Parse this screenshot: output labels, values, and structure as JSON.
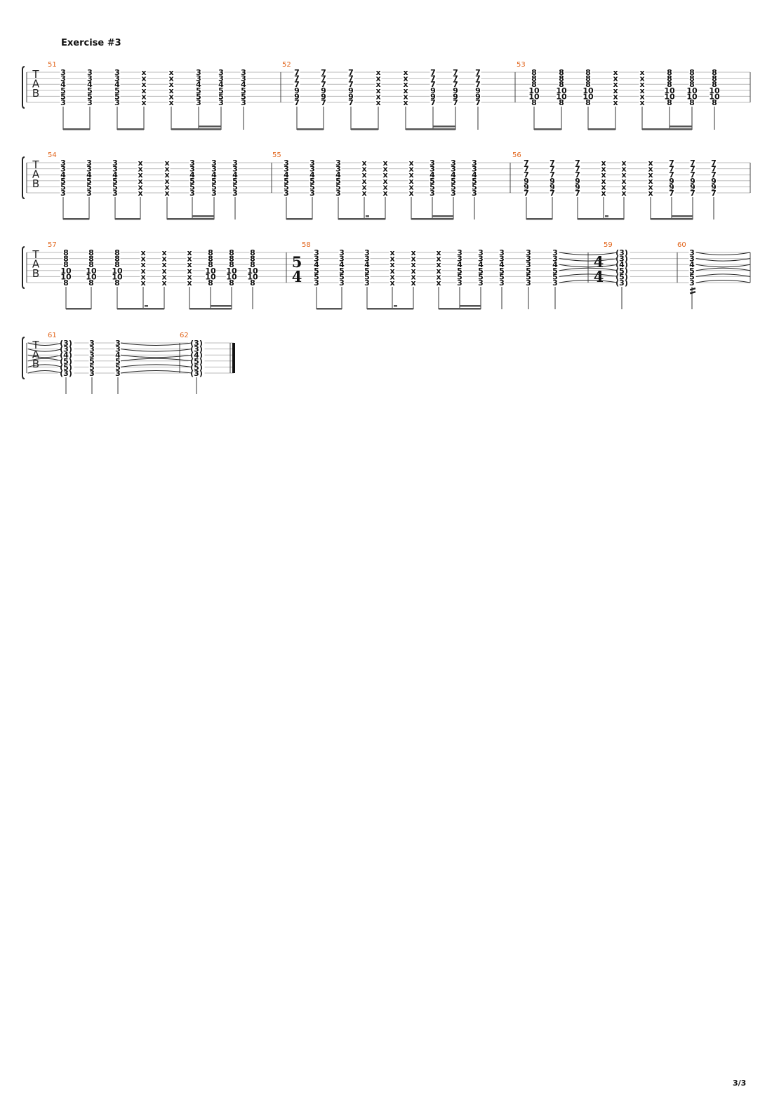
{
  "title": "Exercise #3",
  "page_number": "3/3",
  "tab_clef": [
    "T",
    "A",
    "B"
  ],
  "colors": {
    "measure_number": "#e2661d",
    "staff_line": "#bbbbbb",
    "ink": "#111111"
  },
  "systems": [
    {
      "measures": [
        {
          "number": "51",
          "beats": [
            {
              "frets": [
                "3",
                "3",
                "4",
                "5",
                "5",
                "3"
              ]
            },
            {
              "frets": [
                "3",
                "3",
                "4",
                "5",
                "5",
                "3"
              ]
            },
            {
              "frets": [
                "3",
                "3",
                "4",
                "5",
                "5",
                "3"
              ]
            },
            {
              "frets": [
                "x",
                "x",
                "x",
                "x",
                "x",
                "x"
              ]
            },
            {
              "frets": [
                "x",
                "x",
                "x",
                "x",
                "x",
                "x"
              ]
            },
            {
              "frets": [
                "3",
                "3",
                "4",
                "5",
                "5",
                "3"
              ]
            },
            {
              "frets": [
                "3",
                "3",
                "4",
                "5",
                "5",
                "3"
              ]
            },
            {
              "frets": [
                "3",
                "3",
                "4",
                "5",
                "5",
                "3"
              ]
            }
          ],
          "beams": [
            [
              0,
              1
            ],
            [
              2,
              3
            ],
            [
              4,
              6,
              "16"
            ]
          ]
        },
        {
          "number": "52",
          "beats": [
            {
              "frets": [
                "7",
                "7",
                "7",
                "9",
                "9",
                "7"
              ]
            },
            {
              "frets": [
                "7",
                "7",
                "7",
                "9",
                "9",
                "7"
              ]
            },
            {
              "frets": [
                "7",
                "7",
                "7",
                "9",
                "9",
                "7"
              ]
            },
            {
              "frets": [
                "x",
                "x",
                "x",
                "x",
                "x",
                "x"
              ]
            },
            {
              "frets": [
                "x",
                "x",
                "x",
                "x",
                "x",
                "x"
              ]
            },
            {
              "frets": [
                "7",
                "7",
                "7",
                "9",
                "9",
                "7"
              ]
            },
            {
              "frets": [
                "7",
                "7",
                "7",
                "9",
                "9",
                "7"
              ]
            },
            {
              "frets": [
                "7",
                "7",
                "7",
                "9",
                "9",
                "7"
              ]
            }
          ],
          "beams": [
            [
              0,
              1
            ],
            [
              2,
              3
            ],
            [
              4,
              6,
              "16"
            ]
          ]
        },
        {
          "number": "53",
          "beats": [
            {
              "frets": [
                "8",
                "8",
                "8",
                "10",
                "10",
                "8"
              ]
            },
            {
              "frets": [
                "8",
                "8",
                "8",
                "10",
                "10",
                "8"
              ]
            },
            {
              "frets": [
                "8",
                "8",
                "8",
                "10",
                "10",
                "8"
              ]
            },
            {
              "frets": [
                "x",
                "x",
                "x",
                "x",
                "x",
                "x"
              ]
            },
            {
              "frets": [
                "x",
                "x",
                "x",
                "x",
                "x",
                "x"
              ]
            },
            {
              "frets": [
                "8",
                "8",
                "8",
                "10",
                "10",
                "8"
              ]
            },
            {
              "frets": [
                "8",
                "8",
                "8",
                "10",
                "10",
                "8"
              ]
            },
            {
              "frets": [
                "8",
                "8",
                "8",
                "10",
                "10",
                "8"
              ]
            }
          ],
          "beams": [
            [
              0,
              1
            ],
            [
              2,
              3
            ],
            [
              4,
              6,
              "16"
            ]
          ]
        }
      ]
    },
    {
      "measures": [
        {
          "number": "54",
          "beats": [
            {
              "frets": [
                "3",
                "3",
                "4",
                "5",
                "5",
                "3"
              ]
            },
            {
              "frets": [
                "3",
                "3",
                "4",
                "5",
                "5",
                "3"
              ]
            },
            {
              "frets": [
                "3",
                "3",
                "4",
                "5",
                "5",
                "3"
              ]
            },
            {
              "frets": [
                "x",
                "x",
                "x",
                "x",
                "x",
                "x"
              ]
            },
            {
              "frets": [
                "x",
                "x",
                "x",
                "x",
                "x",
                "x"
              ]
            },
            {
              "frets": [
                "3",
                "3",
                "4",
                "5",
                "5",
                "3"
              ]
            },
            {
              "frets": [
                "3",
                "3",
                "4",
                "5",
                "5",
                "3"
              ]
            },
            {
              "frets": [
                "3",
                "3",
                "4",
                "5",
                "5",
                "3"
              ]
            }
          ],
          "beams": [
            [
              0,
              1
            ],
            [
              2,
              3
            ],
            [
              4,
              6,
              "16"
            ]
          ]
        },
        {
          "number": "55",
          "beats": [
            {
              "frets": [
                "3",
                "3",
                "4",
                "5",
                "5",
                "3"
              ]
            },
            {
              "frets": [
                "3",
                "3",
                "4",
                "5",
                "5",
                "3"
              ]
            },
            {
              "frets": [
                "3",
                "3",
                "4",
                "5",
                "5",
                "3"
              ]
            },
            {
              "frets": [
                "x",
                "x",
                "x",
                "x",
                "x",
                "x"
              ]
            },
            {
              "frets": [
                "x",
                "x",
                "x",
                "x",
                "x",
                "x"
              ]
            },
            {
              "frets": [
                "x",
                "x",
                "x",
                "x",
                "x",
                "x"
              ]
            },
            {
              "frets": [
                "3",
                "3",
                "4",
                "5",
                "5",
                "3"
              ]
            },
            {
              "frets": [
                "3",
                "3",
                "4",
                "5",
                "5",
                "3"
              ]
            },
            {
              "frets": [
                "3",
                "3",
                "4",
                "5",
                "5",
                "3"
              ]
            }
          ],
          "beams": [
            [
              0,
              1
            ],
            [
              2,
              4,
              "dot"
            ],
            [
              5,
              7,
              "16"
            ]
          ]
        },
        {
          "number": "56",
          "beats": [
            {
              "frets": [
                "7",
                "7",
                "7",
                "9",
                "9",
                "7"
              ]
            },
            {
              "frets": [
                "7",
                "7",
                "7",
                "9",
                "9",
                "7"
              ]
            },
            {
              "frets": [
                "7",
                "7",
                "7",
                "9",
                "9",
                "7"
              ]
            },
            {
              "frets": [
                "x",
                "x",
                "x",
                "x",
                "x",
                "x"
              ]
            },
            {
              "frets": [
                "x",
                "x",
                "x",
                "x",
                "x",
                "x"
              ]
            },
            {
              "frets": [
                "x",
                "x",
                "x",
                "x",
                "x",
                "x"
              ]
            },
            {
              "frets": [
                "7",
                "7",
                "7",
                "9",
                "9",
                "7"
              ]
            },
            {
              "frets": [
                "7",
                "7",
                "7",
                "9",
                "9",
                "7"
              ]
            },
            {
              "frets": [
                "7",
                "7",
                "7",
                "9",
                "9",
                "7"
              ]
            }
          ],
          "beams": [
            [
              0,
              1
            ],
            [
              2,
              4,
              "dot"
            ],
            [
              5,
              7,
              "16"
            ]
          ]
        }
      ]
    },
    {
      "measures": [
        {
          "number": "57",
          "beats": [
            {
              "frets": [
                "8",
                "8",
                "8",
                "10",
                "10",
                "8"
              ]
            },
            {
              "frets": [
                "8",
                "8",
                "8",
                "10",
                "10",
                "8"
              ]
            },
            {
              "frets": [
                "8",
                "8",
                "8",
                "10",
                "10",
                "8"
              ]
            },
            {
              "frets": [
                "x",
                "x",
                "x",
                "x",
                "x",
                "x"
              ]
            },
            {
              "frets": [
                "x",
                "x",
                "x",
                "x",
                "x",
                "x"
              ]
            },
            {
              "frets": [
                "x",
                "x",
                "x",
                "x",
                "x",
                "x"
              ]
            },
            {
              "frets": [
                "8",
                "8",
                "8",
                "10",
                "10",
                "8"
              ]
            },
            {
              "frets": [
                "8",
                "8",
                "8",
                "10",
                "10",
                "8"
              ]
            },
            {
              "frets": [
                "8",
                "8",
                "8",
                "10",
                "10",
                "8"
              ]
            }
          ],
          "beams": [
            [
              0,
              1
            ],
            [
              2,
              4,
              "dot"
            ],
            [
              5,
              7,
              "16"
            ]
          ]
        },
        {
          "number": "58",
          "time_signature": [
            "5",
            "4"
          ],
          "beats": [
            {
              "frets": [
                "3",
                "3",
                "4",
                "5",
                "5",
                "3"
              ]
            },
            {
              "frets": [
                "3",
                "3",
                "4",
                "5",
                "5",
                "3"
              ]
            },
            {
              "frets": [
                "3",
                "3",
                "4",
                "5",
                "5",
                "3"
              ]
            },
            {
              "frets": [
                "x",
                "x",
                "x",
                "x",
                "x",
                "x"
              ]
            },
            {
              "frets": [
                "x",
                "x",
                "x",
                "x",
                "x",
                "x"
              ]
            },
            {
              "frets": [
                "x",
                "x",
                "x",
                "x",
                "x",
                "x"
              ]
            },
            {
              "frets": [
                "3",
                "3",
                "4",
                "5",
                "5",
                "3"
              ]
            },
            {
              "frets": [
                "3",
                "3",
                "4",
                "5",
                "5",
                "3"
              ]
            },
            {
              "frets": [
                "3",
                "3",
                "4",
                "5",
                "5",
                "3"
              ]
            },
            {
              "frets": [
                "3",
                "3",
                "3",
                "5",
                "5",
                "3"
              ]
            },
            {
              "frets": [
                "3",
                "3",
                "4",
                "5",
                "5",
                "3"
              ]
            }
          ],
          "beams": [
            [
              0,
              1
            ],
            [
              2,
              4,
              "dot"
            ],
            [
              5,
              7,
              "16"
            ]
          ]
        },
        {
          "number": "59",
          "time_signature": [
            "4",
            "4"
          ],
          "beats": [
            {
              "frets": [
                "(3)",
                "(3)",
                "(4)",
                "(5)",
                "(5)",
                "(3)"
              ]
            }
          ],
          "beams": []
        },
        {
          "number": "60",
          "beats": [
            {
              "frets": [
                "3",
                "3",
                "4",
                "5",
                "5",
                "3"
              ]
            }
          ],
          "beams": []
        }
      ]
    },
    {
      "measures": [
        {
          "number": "61",
          "beats": [
            {
              "frets": [
                "(3)",
                "(3)",
                "(4)",
                "(5)",
                "(5)",
                "(3)"
              ]
            },
            {
              "frets": [
                "3",
                "3",
                "3",
                "5",
                "5",
                "3"
              ]
            },
            {
              "frets": [
                "3",
                "3",
                "4",
                "5",
                "5",
                "3"
              ]
            }
          ],
          "beams": []
        },
        {
          "number": "62",
          "beats": [
            {
              "frets": [
                "(3)",
                "(3)",
                "(4)",
                "(5)",
                "(5)",
                "(3)"
              ]
            }
          ],
          "beams": []
        }
      ]
    }
  ]
}
